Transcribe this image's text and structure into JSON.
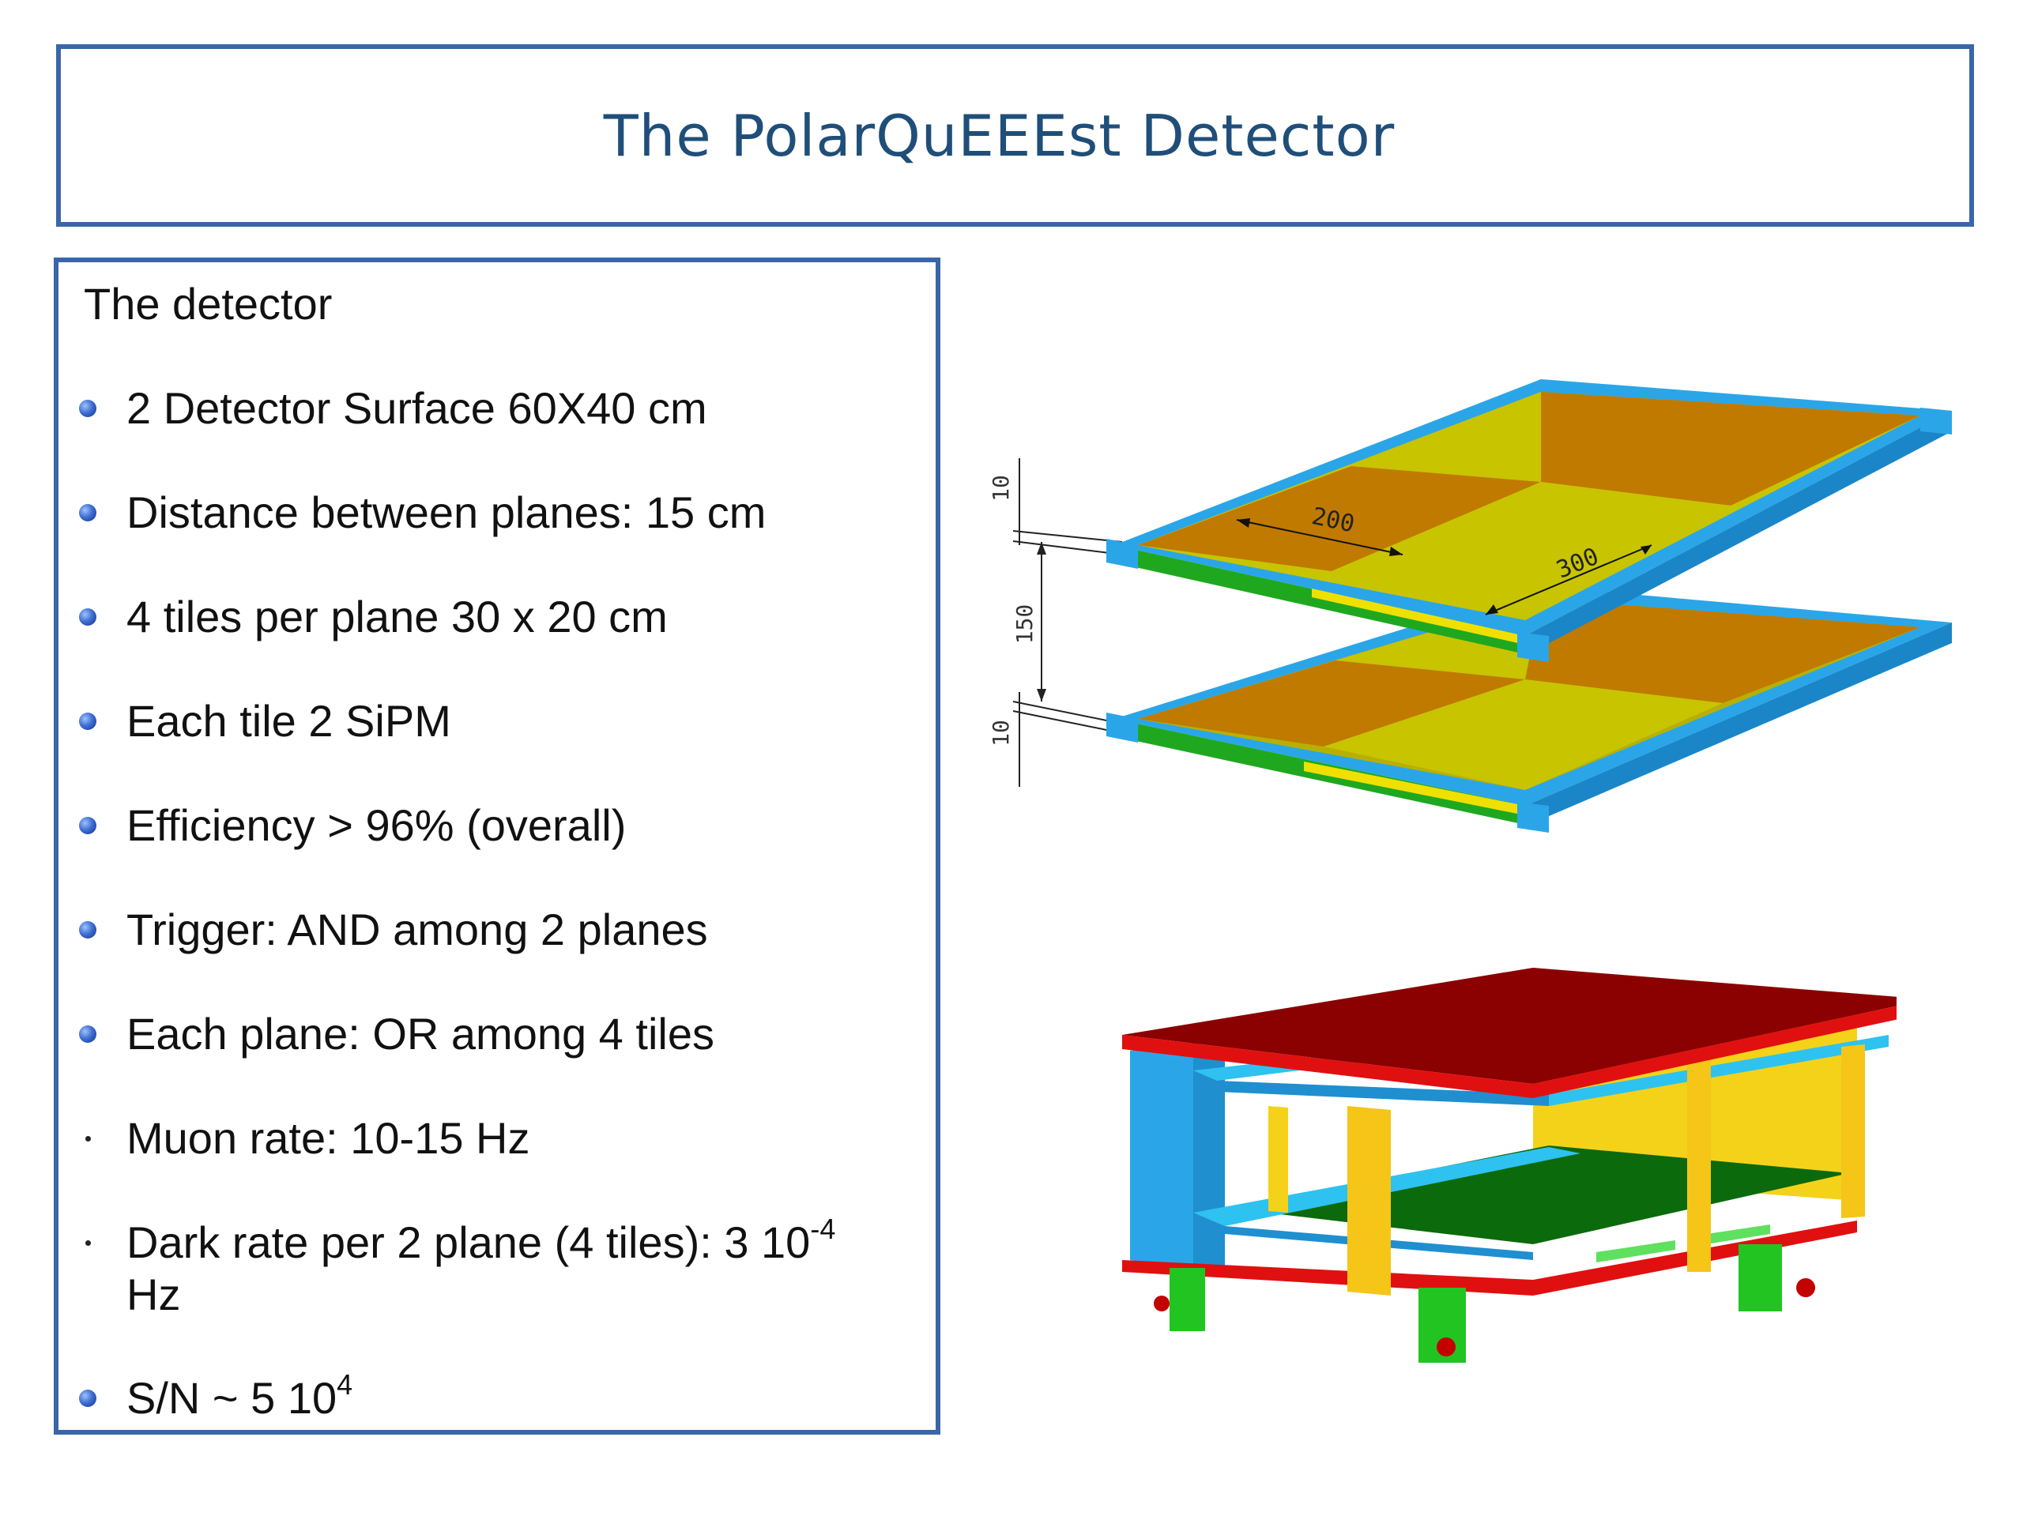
{
  "title": "The PolarQuEEEst Detector",
  "section_heading": "The detector",
  "bullets": [
    {
      "text": "2 Detector Surface 60X40 cm"
    },
    {
      "text": "Distance between planes: 15 cm"
    },
    {
      "text": "4 tiles per plane 30 x 20 cm"
    },
    {
      "text": "Each tile 2 SiPM"
    },
    {
      "text": "Efficiency > 96% (overall)"
    },
    {
      "text": "Trigger: AND among 2 planes"
    },
    {
      "text": "Each plane: OR among 4 tiles"
    },
    {
      "text": "Muon rate: 10-15 Hz"
    },
    {
      "text_before": "Dark rate per 2 plane (4 tiles): 3 10",
      "superscript": "-4",
      "text_after": "Hz"
    },
    {
      "text_before": "S/N ~ 5 10",
      "superscript": "4"
    }
  ],
  "diagram_labels": {
    "top_thickness": "10",
    "plane_distance": "150",
    "bottom_thickness": "10",
    "tile_width": "200",
    "tile_length": "300"
  },
  "colors": {
    "frame_border": "#3a66a8",
    "title_text": "#1f4e79",
    "frame_blue": "#2aa6e8",
    "tile_yellow": "#c8c400",
    "tile_orange": "#c07a00",
    "rail_green": "#1fa81f",
    "rail_yellow": "#f0e000",
    "box_red": "#e01010",
    "lid_darkred": "#8b0000",
    "panel_yellow": "#f5d21a",
    "plate_green": "#0b6a0b"
  }
}
